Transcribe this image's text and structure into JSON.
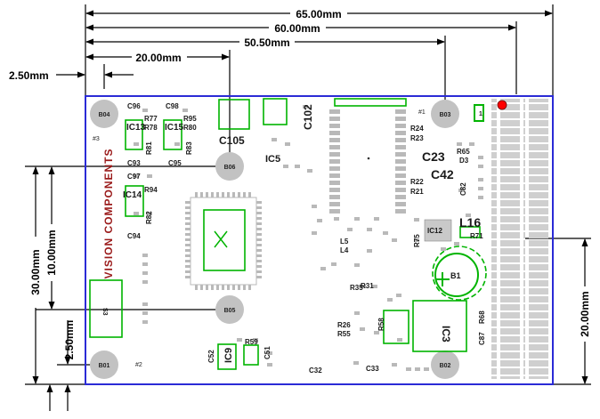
{
  "colors": {
    "dimension_line": "#000000",
    "board_outline": "#2b2bd6",
    "component_outline": "#00b400",
    "silkscreen_text": "#1a1a1a",
    "mounting_hole": "#c2c2c2",
    "header_pads": "#cfcfcf",
    "pad": "#b9b9b9",
    "pin1_marker": "#ff0000",
    "brand_text": "#9a1a1a"
  },
  "dimensions": {
    "d65": "65.00mm",
    "d60": "60.00mm",
    "d50_5": "50.50mm",
    "d20_top": "20.00mm",
    "d2_5_left": "2.50mm",
    "d30": "30.00mm",
    "d10": "10.00mm",
    "d2_5_bottom": "2.50mm",
    "d20_right": "20.00mm"
  },
  "brand": "VISION COMPONENTS",
  "mounting_holes": [
    "B04",
    "B03",
    "B06",
    "B05",
    "B01",
    "B02"
  ],
  "hole_marks": [
    "#3",
    "#1",
    "#2"
  ],
  "ic_labels": {
    "ic13": "IC13",
    "ic15": "IC15",
    "ic14": "IC14",
    "ic5": "IC5",
    "ic12": "IC12",
    "ic9": "IC9",
    "ic3": "IC3",
    "s3": "S3",
    "l16": "L16",
    "b1": "B1",
    "p1": "1"
  },
  "labels": {
    "c96": "C96",
    "c98": "C98",
    "r77": "R77",
    "r78": "R78",
    "r95": "R95",
    "r80": "R80",
    "r81": "R81",
    "r83": "R83",
    "c93": "C93",
    "c95": "C95",
    "c97": "C97",
    "r94": "R94",
    "r82": "R82",
    "c94": "C94",
    "c105": "C105",
    "c102": "C102",
    "r24": "R24",
    "r23": "R23",
    "c23": "C23",
    "r65": "R65",
    "d3": "D3",
    "c42": "C42",
    "r22": "R22",
    "r21": "R21",
    "c82": "C82",
    "r71": "R71",
    "r75": "R75",
    "l5": "L5",
    "l4": "L4",
    "r35": "R35",
    "r31": "R31",
    "r26": "R26",
    "r55": "R55",
    "r58": "R58",
    "r68": "R68",
    "c87": "C87",
    "r59": "R59",
    "c52": "C52",
    "c51": "C51",
    "c32": "C32",
    "c33": "C33"
  }
}
